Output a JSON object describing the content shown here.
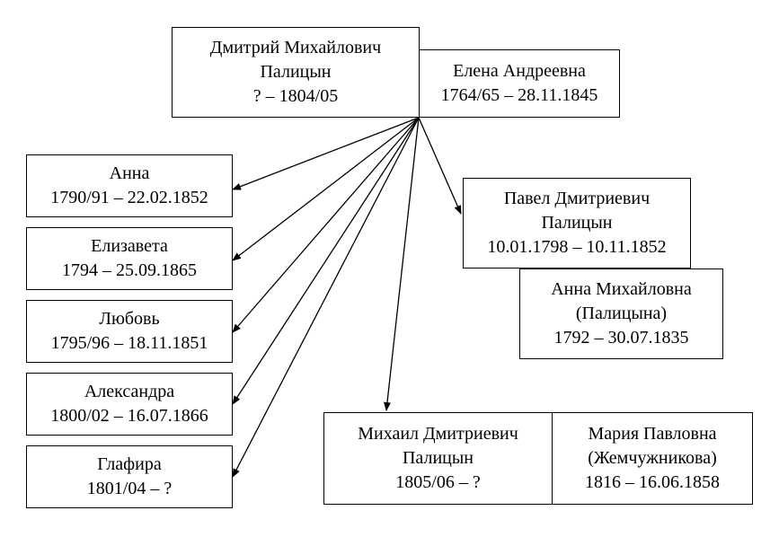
{
  "parents": {
    "father": {
      "line1": "Дмитрий Михайлович",
      "line2": "Палицын",
      "dates": "? – 1804/05"
    },
    "mother": {
      "line1": "Елена Андреевна",
      "dates": "1764/65 – 28.11.1845"
    }
  },
  "daughters": [
    {
      "name": "Анна",
      "dates": "1790/91 – 22.02.1852"
    },
    {
      "name": "Елизавета",
      "dates": "1794 – 25.09.1865"
    },
    {
      "name": "Любовь",
      "dates": "1795/96 – 18.11.1851"
    },
    {
      "name": "Александра",
      "dates": "1800/02 – 16.07.1866"
    },
    {
      "name": "Глафира",
      "dates": "1801/04 – ?"
    }
  ],
  "pavel": {
    "line1": "Павел Дмитриевич",
    "line2": "Палицын",
    "dates": "10.01.1798 – 10.11.1852"
  },
  "pavel_spouse": {
    "line1": "Анна Михайловна",
    "line2": "(Палицына)",
    "dates": "1792 – 30.07.1835"
  },
  "mikhail": {
    "line1": "Михаил Дмитриевич",
    "line2": "Палицын",
    "dates": "1805/06 – ?"
  },
  "mikhail_spouse": {
    "line1": "Мария Павловна",
    "line2": "(Жемчужникова)",
    "dates": "1816 – 16.06.1858"
  }
}
